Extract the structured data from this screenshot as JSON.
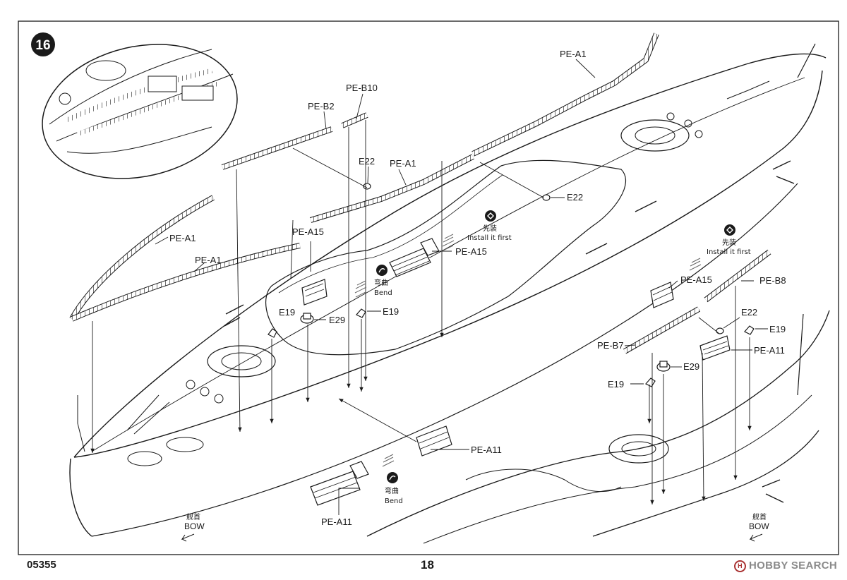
{
  "step": {
    "number": "16"
  },
  "footer": {
    "product_code": "05355",
    "page_number": "18"
  },
  "watermark": "HOBBY SEARCH",
  "parts": {
    "pe_a1": "PE-A1",
    "pe_b2": "PE-B2",
    "pe_b10": "PE-B10",
    "e22": "E22",
    "pe_a15": "PE-A15",
    "e19": "E19",
    "e29": "E29",
    "pe_a11": "PE-A11",
    "pe_b8": "PE-B8",
    "pe_b7": "PE-B7"
  },
  "notes": {
    "bend_cn": "弯曲",
    "bend_en": "Bend",
    "install_first_cn": "先装",
    "install_first_en": "Install it first",
    "bow_cn": "舰首",
    "bow_en": "BOW"
  }
}
